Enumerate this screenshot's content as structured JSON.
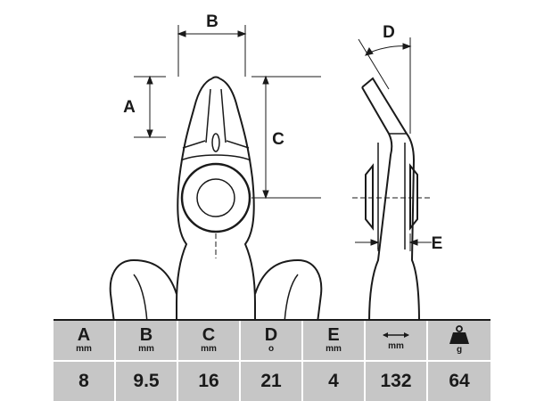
{
  "dimension_labels": {
    "a": "A",
    "b": "B",
    "c": "C",
    "d": "D",
    "e": "E"
  },
  "spec_table": {
    "headers": [
      {
        "label": "A",
        "unit": "mm"
      },
      {
        "label": "B",
        "unit": "mm"
      },
      {
        "label": "C",
        "unit": "mm"
      },
      {
        "label": "D",
        "unit": "o"
      },
      {
        "label": "E",
        "unit": "mm"
      },
      {
        "label": "",
        "unit": "mm",
        "icon": "length-arrow-icon"
      },
      {
        "label": "",
        "unit": "g",
        "icon": "weight-icon"
      }
    ],
    "values": [
      "8",
      "9.5",
      "16",
      "21",
      "4",
      "132",
      "64"
    ]
  },
  "colors": {
    "table_bg": "#c6c6c6",
    "line": "#1a1a1a",
    "highlight": "#e8e8e8"
  }
}
